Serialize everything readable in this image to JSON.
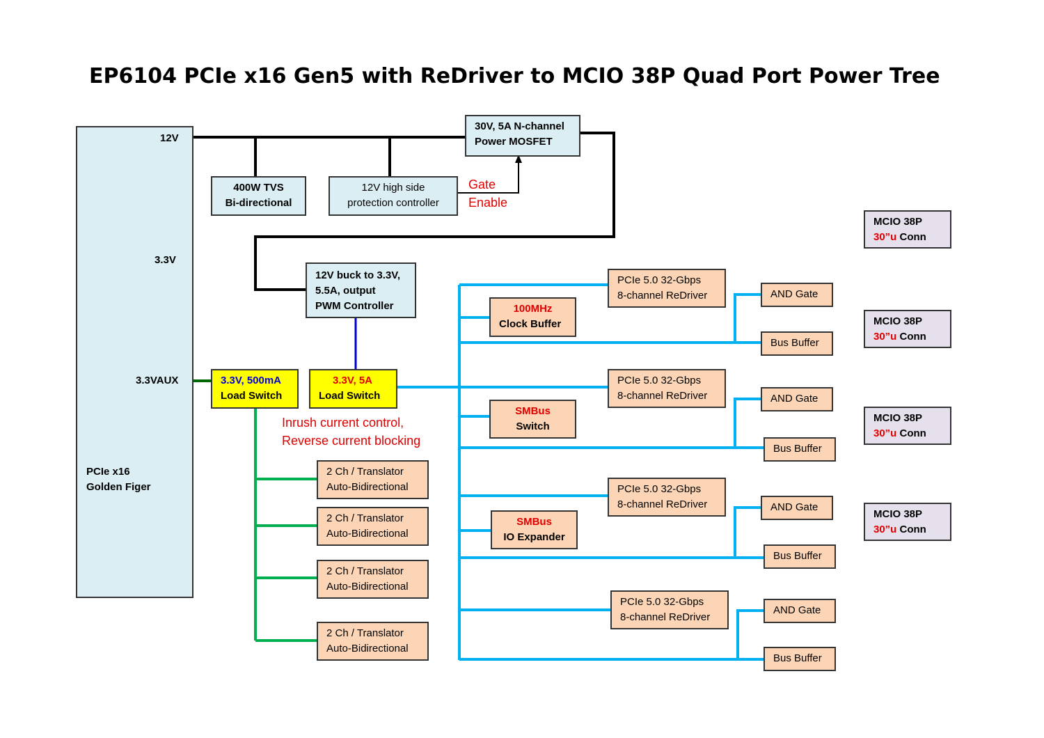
{
  "title": "EP6104 PCIe x16 Gen5 with ReDriver to MCIO 38P Quad Port Power Tree",
  "golden_finger": {
    "label_12v": "12V",
    "label_33v": "3.3V",
    "label_33vaux": "3.3VAUX",
    "name_line1": "PCIe x16",
    "name_line2": "Golden Figer"
  },
  "mosfet": {
    "line1": "30V, 5A N-channel",
    "line2": "Power MOSFET"
  },
  "tvs": {
    "line1": "400W TVS",
    "line2": "Bi-directional"
  },
  "protection": {
    "line1": "12V high side",
    "line2": "protection controller"
  },
  "gate_enable": {
    "line1": "Gate",
    "line2": "Enable"
  },
  "buck": {
    "line1": "12V buck to 3.3V,",
    "line2": "5.5A, output",
    "line3": "PWM Controller"
  },
  "load_switch_small": {
    "line1": "3.3V, 500mA",
    "line2": "Load Switch"
  },
  "load_switch_main": {
    "line1": "3.3V, 5A",
    "line2": "Load Switch"
  },
  "inrush_note": {
    "line1": "Inrush current control,",
    "line2": "Reverse current blocking"
  },
  "translators": [
    {
      "line1": "2 Ch / Translator",
      "line2": "Auto-Bidirectional"
    },
    {
      "line1": "2 Ch / Translator",
      "line2": "Auto-Bidirectional"
    },
    {
      "line1": "2 Ch / Translator",
      "line2": "Auto-Bidirectional"
    },
    {
      "line1": "2 Ch / Translator",
      "line2": "Auto-Bidirectional"
    }
  ],
  "clock_buffer": {
    "line1": "100MHz",
    "line2": "Clock Buffer"
  },
  "smbus_switch": {
    "line1": "SMBus",
    "line2": "Switch"
  },
  "smbus_io": {
    "line1": "SMBus",
    "line2": "IO Expander"
  },
  "redrivers": [
    {
      "line1": "PCIe 5.0 32-Gbps",
      "line2": "8-channel ReDriver"
    },
    {
      "line1": "PCIe 5.0 32-Gbps",
      "line2": "8-channel ReDriver"
    },
    {
      "line1": "PCIe 5.0 32-Gbps",
      "line2": "8-channel ReDriver"
    },
    {
      "line1": "PCIe 5.0 32-Gbps",
      "line2": "8-channel ReDriver"
    }
  ],
  "and_gates": [
    "AND Gate",
    "AND Gate",
    "AND Gate",
    "AND Gate"
  ],
  "bus_buffers": [
    "Bus Buffer",
    "Bus Buffer",
    "Bus Buffer",
    "Bus Buffer"
  ],
  "mcio": [
    {
      "line1": "MCIO 38P",
      "spec": "30”u",
      "conn": " Conn"
    },
    {
      "line1": "MCIO 38P",
      "spec": "30”u",
      "conn": " Conn"
    },
    {
      "line1": "MCIO 38P",
      "spec": "30”u",
      "conn": " Conn"
    },
    {
      "line1": "MCIO 38P",
      "spec": "30”u",
      "conn": " Conn"
    }
  ],
  "colors": {
    "rail_12v": "#000000",
    "rail_33v": "#00b0f0",
    "rail_aux": "#00b050",
    "buck_link": "#0000cc",
    "aux_link": "#006600",
    "accent_red": "#e00000"
  }
}
